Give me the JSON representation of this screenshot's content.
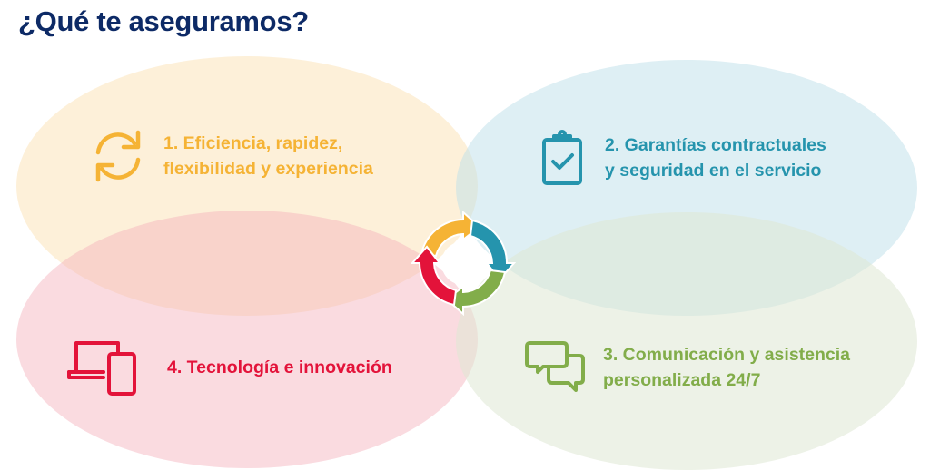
{
  "title": "¿Qué te aseguramos?",
  "colors": {
    "title": "#0d2a66",
    "item1": "#f5b335",
    "item2": "#2594ad",
    "item3": "#82ad4a",
    "item4": "#e3133a"
  },
  "items": [
    {
      "number": 1,
      "label_line1": "1. Eficiencia, rapidez,",
      "label_line2": "flexibilidad y experiencia",
      "icon": "refresh-icon"
    },
    {
      "number": 2,
      "label_line1": "2. Garantías contractuales",
      "label_line2": "y seguridad en el servicio",
      "icon": "clipboard-check-icon"
    },
    {
      "number": 3,
      "label_line1": "3. Comunicación y asistencia",
      "label_line2": "personalizada 24/7",
      "icon": "chat-bubbles-icon"
    },
    {
      "number": 4,
      "label_line1": "4. Tecnología e innovación",
      "icon": "laptop-tablet-icon"
    }
  ],
  "center": {
    "icon": "cycle-arrows-icon"
  }
}
